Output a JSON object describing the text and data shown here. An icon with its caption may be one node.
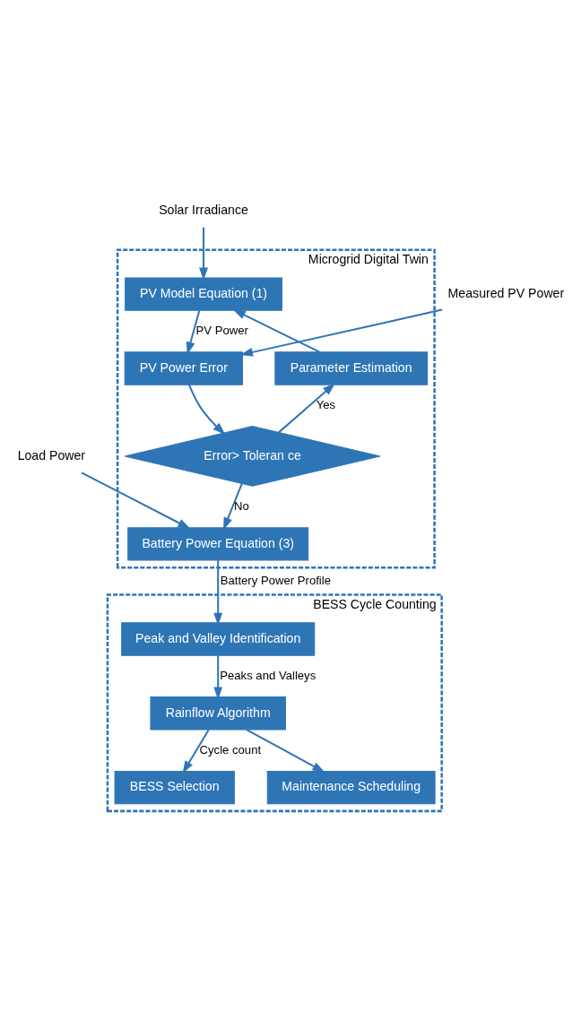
{
  "diagram": {
    "nodes": [
      {
        "text": [
          "Microgrid Digital Twin"
        ]
      },
      {
        "text": [
          "Solar Irradiance"
        ]
      },
      {
        "text": [
          "PV Model Equation (1)"
        ],
        "in": 0
      },
      {
        "text": [
          "PV Power Error"
        ],
        "in": 0
      },
      {
        "text": [
          "Parameter Estimation"
        ],
        "in": 0
      },
      {
        "text": [
          "Measured PV Power"
        ]
      },
      {
        "text": [
          "Error> Toleran ce"
        ],
        "in": 0
      },
      {
        "text": [
          "Load Power"
        ]
      },
      {
        "text": [
          "Battery Power Equation (3)"
        ],
        "in": 0
      },
      {
        "text": [
          "BESS Cycle Counting"
        ]
      },
      {
        "text": [
          "Peak and Valley Identification"
        ],
        "in": 9
      },
      {
        "text": [
          "Rainflow Algorithm"
        ],
        "in": 9
      },
      {
        "text": [
          "BESS Selection"
        ],
        "in": 9
      },
      {
        "text": [
          "Maintenance Scheduling"
        ],
        "in": 9
      }
    ],
    "edges": [
      {
        "from": 1,
        "to": 2,
        "arrow": "to"
      },
      {
        "from": 2,
        "to": 3,
        "arrow": "to",
        "label": "PV Power"
      },
      {
        "from": 5,
        "to": 3,
        "arrow": "to"
      },
      {
        "from": 3,
        "to": 6,
        "arrow": "to"
      },
      {
        "from": 6,
        "to": 4,
        "arrow": "to",
        "label": "Yes"
      },
      {
        "from": 4,
        "to": 2,
        "arrow": "to"
      },
      {
        "from": 6,
        "to": 8,
        "arrow": "to",
        "label": "No"
      },
      {
        "from": 7,
        "to": 8,
        "arrow": "to"
      },
      {
        "from": 8,
        "to": 10,
        "arrow": "to",
        "label": "Battery Power Profile"
      },
      {
        "from": 10,
        "to": 11,
        "arrow": "to",
        "label": "Peaks and Valleys"
      },
      {
        "from": 11,
        "to": 12,
        "arrow": "to",
        "label": "Cycle count"
      },
      {
        "from": 11,
        "to": 13,
        "arrow": "to"
      }
    ]
  }
}
